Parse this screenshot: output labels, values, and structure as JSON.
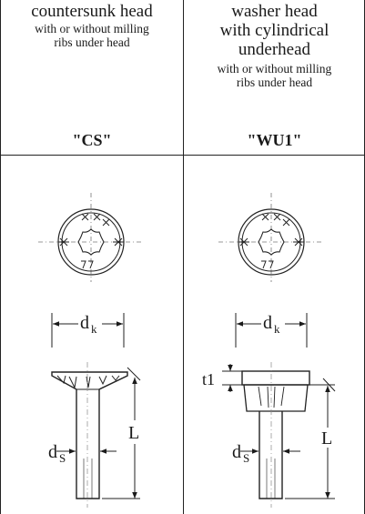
{
  "columns": [
    {
      "title": "countersunk head",
      "subtitle_lines": [
        "with or without milling",
        "ribs under head"
      ],
      "code": "\"CS\""
    },
    {
      "title_lines": [
        "washer head",
        "with cylindrical",
        "underhead"
      ],
      "subtitle_lines": [
        "with or without milling",
        "ribs under head"
      ],
      "code": "\"WU1\""
    }
  ],
  "labels": {
    "head_diameter": "d",
    "head_diameter_sub": "k",
    "shank_diameter": "d",
    "shank_diameter_sub": "S",
    "length": "L",
    "washer_thickness": "t1"
  }
}
